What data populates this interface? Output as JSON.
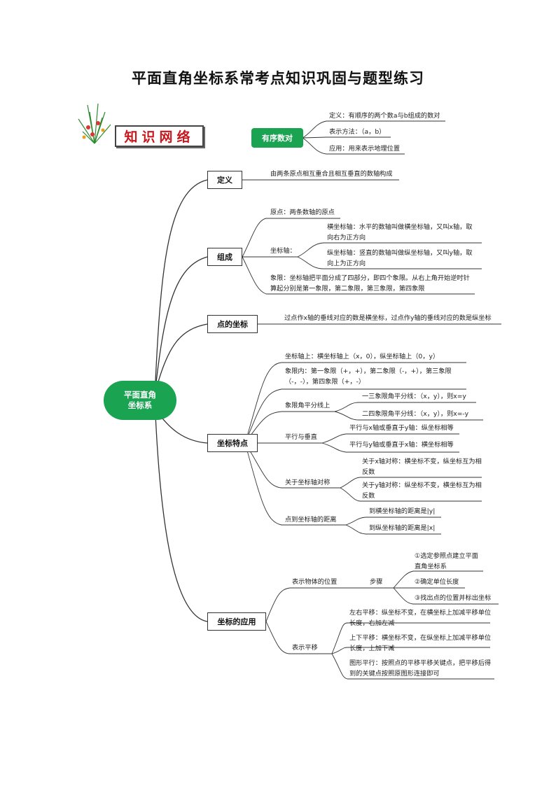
{
  "title": "平面直角坐标系常考点知识巩固与题型练习",
  "header": {
    "logo_text": "知识网络",
    "ordered_pair": {
      "label": "有序数对",
      "items": [
        "定义：有顺序的两个数a与b组成的数对",
        "表示方法：（a，b）",
        "应用：用来表示地理位置"
      ]
    }
  },
  "root": "平面直角坐标系",
  "branches": {
    "definition": {
      "label": "定义",
      "text": "由两条原点相互重合且相互垂直的数轴构成"
    },
    "composition": {
      "label": "组成",
      "origin": "原点：两条数轴的原点",
      "axis_label": "坐标轴：",
      "x_axis": "横坐标轴：水平的数轴叫做横坐标轴，又叫x轴，取向右为正方向",
      "y_axis": "纵坐标轴：竖直的数轴叫做纵坐标轴，又叫y轴，取向上为正方向",
      "quadrant": "象限：坐标轴把平面分成了四部分，即四个象限。从右上角开始逆时针算起分别是第一象限，第二象限，第三象限，第四象限"
    },
    "point_coord": {
      "label": "点的坐标",
      "text": "过点作x轴的垂线对应的数是横坐标，过点作y轴的垂线对应的数是纵坐标"
    },
    "features": {
      "label": "坐标特点",
      "on_axis": "坐标轴上：横坐标轴上（x，0），纵坐标轴上（0，y）",
      "in_quadrant": "象限内：第一象限（+，+），第二象限（-，+），第三象限（-，-），第四象限（+，-）",
      "bisector_label": "象限角平分线上",
      "bisector_1": "一三象限角平分线：（x，y），则x=y",
      "bisector_2": "二四象限角平分线：（x，y），则x=-y",
      "parallel_label": "平行与垂直",
      "parallel_1": "平行与x轴或垂直于y轴：纵坐标相等",
      "parallel_2": "平行与y轴或垂直于x轴：横坐标相等",
      "symmetry_label": "关于坐标轴对称",
      "symmetry_1": "关于x轴对称：横坐标不变，纵坐标互为相反数",
      "symmetry_2": "关于y轴对称：纵坐标不变，横坐标互为相反数",
      "distance_label": "点到坐标轴的距离",
      "distance_1": "到横坐标轴的距离是|y|",
      "distance_2": "到纵坐标轴的距离是|x|"
    },
    "application": {
      "label": "坐标的应用",
      "position_label": "表示物体的位置",
      "steps_label": "步骤",
      "step_1": "①选定参照点建立平面直角坐标系",
      "step_2": "②确定单位长度",
      "step_3": "③找出点的位置并标出坐标",
      "translation_label": "表示平移",
      "trans_1": "左右平移：纵坐标不变，在横坐标上加减平移单位长度，右加左减",
      "trans_2": "上下平移：横坐标不变，在纵坐标上加减平移单位长度，上加下减",
      "trans_3": "图形平行：按照点的平移平移关键点，把平移后得到的关键点按照原图形连接即可"
    }
  },
  "colors": {
    "accent_green": "#1aa351",
    "logo_red": "#c8161d",
    "line": "#333333"
  }
}
